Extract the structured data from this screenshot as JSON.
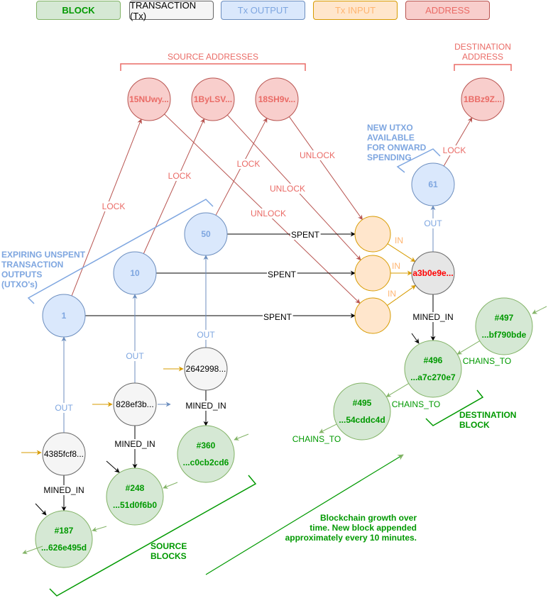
{
  "legend": [
    {
      "label": "BLOCK",
      "fill": "#d5e8d4",
      "stroke": "#82b366",
      "color": "#009900",
      "bold": true
    },
    {
      "label": "TRANSACTION (Tx)",
      "fill": "#f5f5f5",
      "stroke": "#666666",
      "color": "#000000",
      "bold": false
    },
    {
      "label": "Tx OUTPUT",
      "fill": "#dae8fc",
      "stroke": "#6c8ebf",
      "color": "#7ea6e0",
      "bold": false
    },
    {
      "label": "Tx INPUT",
      "fill": "#ffe6cc",
      "stroke": "#d79b00",
      "color": "#ffb570",
      "bold": false
    },
    {
      "label": "ADDRESS",
      "fill": "#f8cecc",
      "stroke": "#b85450",
      "color": "#ea6b66",
      "bold": false
    }
  ],
  "labels": {
    "source_addresses": "SOURCE ADDRESSES",
    "destination_address_1": "DESTINATION",
    "destination_address_2": "ADDRESS",
    "new_utxo": [
      "NEW UTXO",
      "AVAILABLE",
      "FOR ONWARD",
      "SPENDING"
    ],
    "expiring_utxo": [
      "EXPIRING UNSPENT",
      "TRANSACTION",
      "OUTPUTS",
      "(UTXO's)"
    ],
    "destination_block": [
      "DESTINATION",
      "BLOCK"
    ],
    "source_blocks": [
      "SOURCE",
      "BLOCKS"
    ],
    "growth": [
      "Blockchain growth over",
      "time.  New block appended",
      "approximately every 10 minutes."
    ]
  },
  "nodes": [
    {
      "id": "a1",
      "type": "address",
      "label": "15NUwy..."
    },
    {
      "id": "a2",
      "type": "address",
      "label": "1ByLSV..."
    },
    {
      "id": "a3",
      "type": "address",
      "label": "18SH9v..."
    },
    {
      "id": "a4",
      "type": "address",
      "label": "1BBz9Z..."
    },
    {
      "id": "o1",
      "type": "output",
      "label": "1"
    },
    {
      "id": "o10",
      "type": "output",
      "label": "10"
    },
    {
      "id": "o50",
      "type": "output",
      "label": "50"
    },
    {
      "id": "o61",
      "type": "output",
      "label": "61"
    },
    {
      "id": "i1",
      "type": "input",
      "label": ""
    },
    {
      "id": "i2",
      "type": "input",
      "label": ""
    },
    {
      "id": "i3",
      "type": "input",
      "label": ""
    },
    {
      "id": "tx",
      "type": "tx",
      "label": "a3b0e9e...",
      "highlight": true
    },
    {
      "id": "t1",
      "type": "tx",
      "label": "4385fcf8..."
    },
    {
      "id": "t2",
      "type": "tx",
      "label": "828ef3b..."
    },
    {
      "id": "t3",
      "type": "tx",
      "label": "2642998..."
    },
    {
      "id": "b187",
      "type": "block",
      "label": "#187",
      "hash": "...626e495d"
    },
    {
      "id": "b248",
      "type": "block",
      "label": "#248",
      "hash": "...51d0f6b0"
    },
    {
      "id": "b360",
      "type": "block",
      "label": "#360",
      "hash": "...c0cb2cd6"
    },
    {
      "id": "b497",
      "type": "block",
      "label": "#497",
      "hash": "...bf790bde"
    },
    {
      "id": "b496",
      "type": "block",
      "label": "#496",
      "hash": "...a7c270e7"
    },
    {
      "id": "b495",
      "type": "block",
      "label": "#495",
      "hash": "...54cddc4d"
    }
  ],
  "edges": [
    {
      "from": "o1",
      "to": "a1",
      "label": "LOCK",
      "kind": "lock"
    },
    {
      "from": "o10",
      "to": "a2",
      "label": "LOCK",
      "kind": "lock"
    },
    {
      "from": "o50",
      "to": "a3",
      "label": "LOCK",
      "kind": "lock"
    },
    {
      "from": "o61",
      "to": "a4",
      "label": "LOCK",
      "kind": "lock"
    },
    {
      "from": "a1",
      "to": "i3",
      "label": "UNLOCK",
      "kind": "lock"
    },
    {
      "from": "a2",
      "to": "i2",
      "label": "UNLOCK",
      "kind": "lock"
    },
    {
      "from": "a3",
      "to": "i1",
      "label": "UNLOCK",
      "kind": "lock"
    },
    {
      "from": "o50",
      "to": "i1",
      "label": "SPENT",
      "kind": "spent"
    },
    {
      "from": "o10",
      "to": "i2",
      "label": "SPENT",
      "kind": "spent"
    },
    {
      "from": "o1",
      "to": "i3",
      "label": "SPENT",
      "kind": "spent"
    },
    {
      "from": "i1",
      "to": "tx",
      "label": "IN",
      "kind": "in"
    },
    {
      "from": "i2",
      "to": "tx",
      "label": "IN",
      "kind": "in"
    },
    {
      "from": "i3",
      "to": "tx",
      "label": "IN",
      "kind": "in"
    },
    {
      "from": "tx",
      "to": "o61",
      "label": "OUT",
      "kind": "out"
    },
    {
      "from": "t1",
      "to": "o1",
      "label": "OUT",
      "kind": "out"
    },
    {
      "from": "t2",
      "to": "o10",
      "label": "OUT",
      "kind": "out"
    },
    {
      "from": "t3",
      "to": "o50",
      "label": "OUT",
      "kind": "out"
    },
    {
      "from": "tx",
      "to": "b496",
      "label": "MINED_IN",
      "kind": "mined"
    },
    {
      "from": "t1",
      "to": "b187",
      "label": "MINED_IN",
      "kind": "mined"
    },
    {
      "from": "t2",
      "to": "b248",
      "label": "MINED_IN",
      "kind": "mined"
    },
    {
      "from": "t3",
      "to": "b360",
      "label": "MINED_IN",
      "kind": "mined"
    },
    {
      "from": "b497",
      "to": "b496",
      "label": "CHAINS_TO",
      "kind": "chain"
    },
    {
      "from": "b496",
      "to": "b495",
      "label": "CHAINS_TO",
      "kind": "chain"
    },
    {
      "from": "b495",
      "to": "x495",
      "label": "CHAINS_TO",
      "kind": "chain"
    }
  ],
  "colors": {
    "lock": "#b85450",
    "lockText": "#ea6b66",
    "spent": "#000000",
    "in": "#d79b00",
    "inText": "#ffb570",
    "out": "#6c8ebf",
    "outText": "#7ea6e0",
    "mined": "#000000",
    "chain": "#82b366",
    "chainText": "#009900",
    "blockText": "#009900",
    "highlight": "#ff0000"
  }
}
